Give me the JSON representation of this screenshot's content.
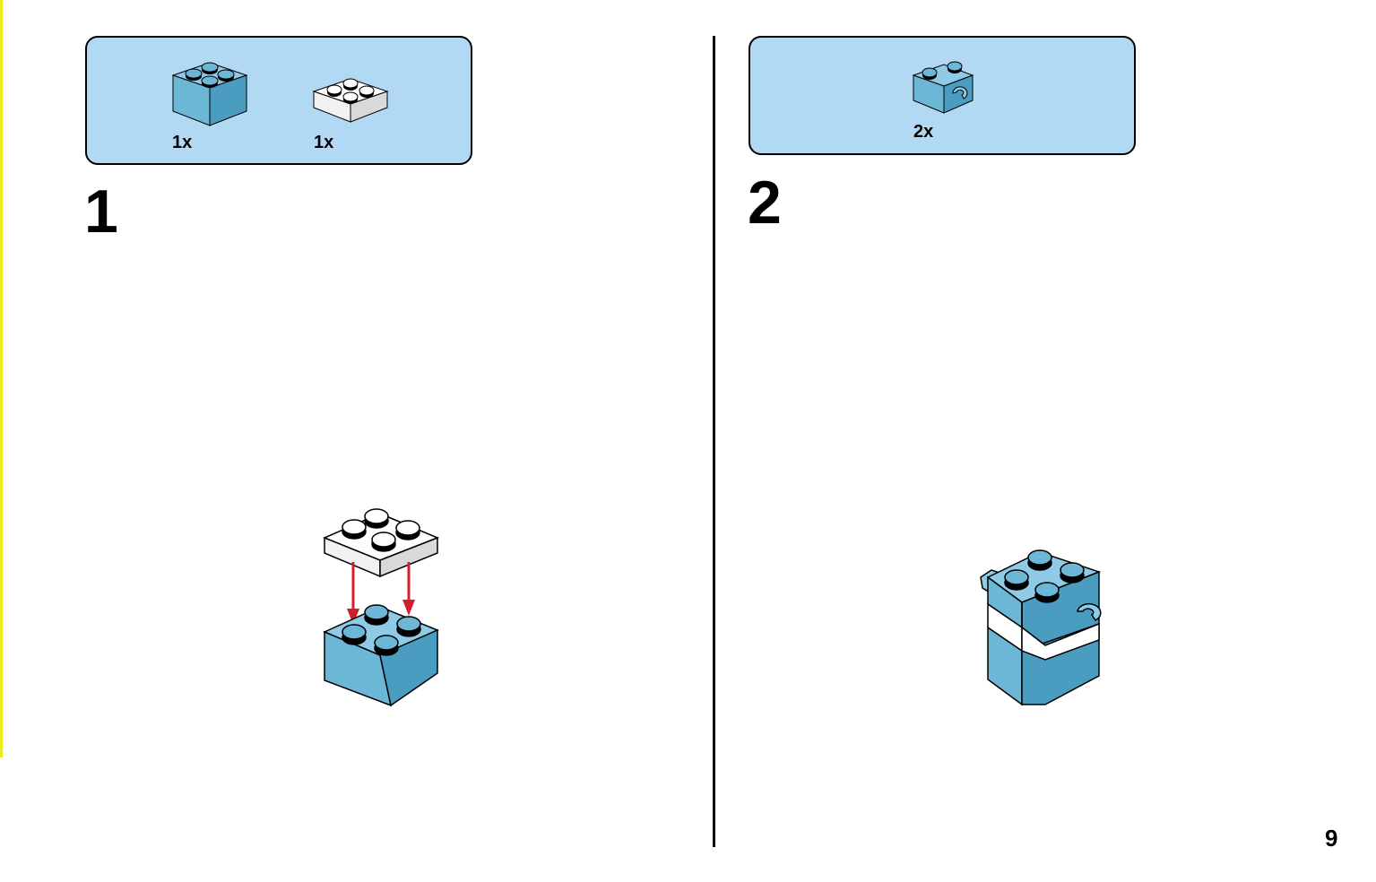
{
  "colors": {
    "part_blue": "#6cb6d6",
    "part_white": "#f2f2f2",
    "parts_box": "#b2d9f3",
    "arrow_red": "#d0202e"
  },
  "page": {
    "number": "9"
  },
  "steps": [
    {
      "number": "1",
      "parts": [
        {
          "icon": "blue-2x2-brick-icon",
          "qty": "1x"
        },
        {
          "icon": "white-2x2-plate-icon",
          "qty": "1x"
        }
      ]
    },
    {
      "number": "2",
      "parts": [
        {
          "icon": "blue-brick-with-clip-icon",
          "qty": "2x"
        }
      ]
    }
  ]
}
